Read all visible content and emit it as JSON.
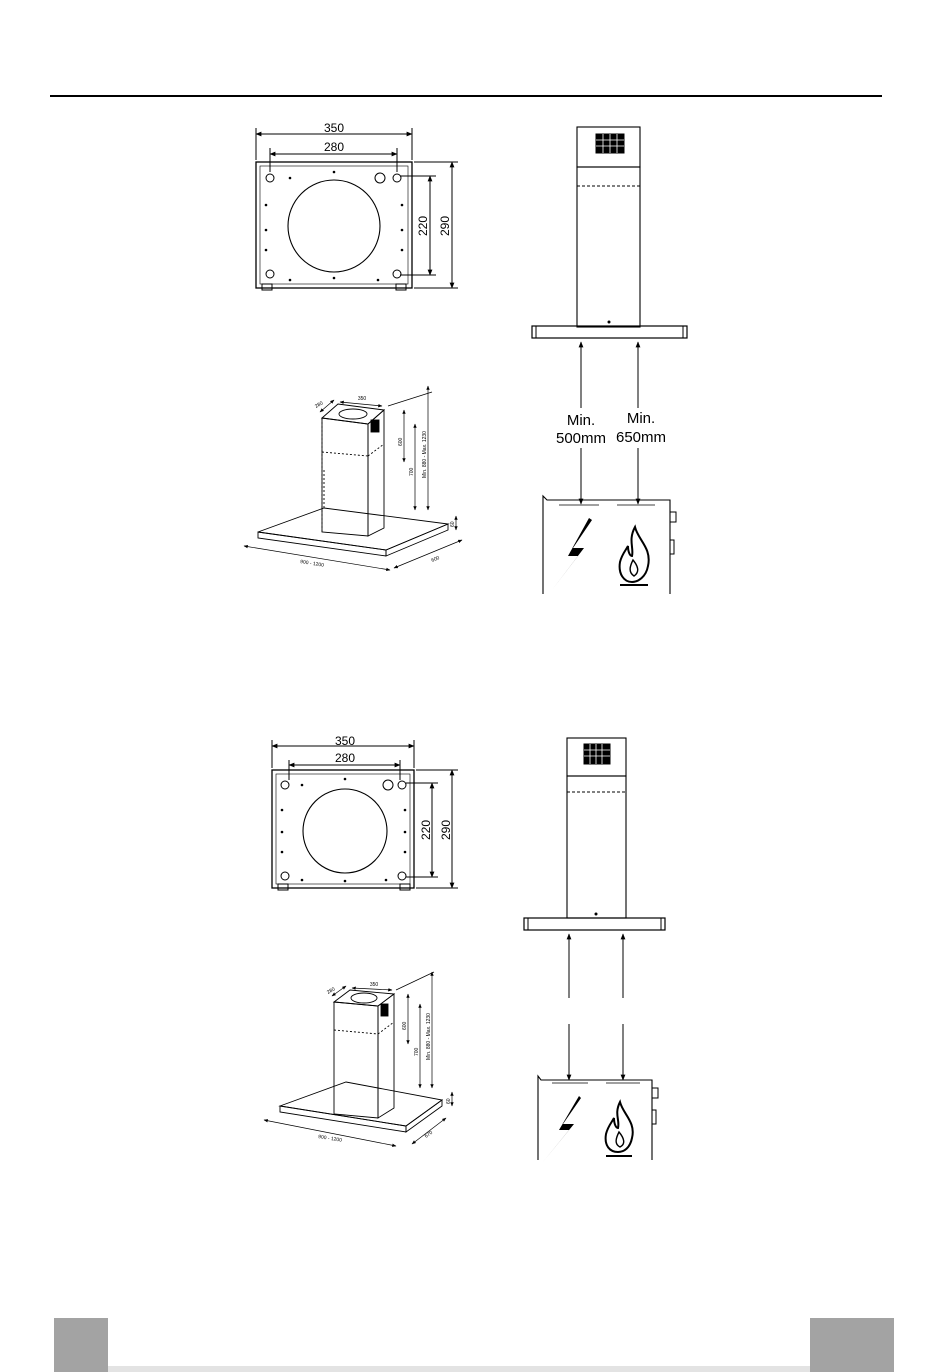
{
  "sections": [
    {
      "plate": {
        "width": "350",
        "hole_spacing": "280",
        "height_inner": "220",
        "height": "290"
      },
      "iso": {
        "depth": "280",
        "width": "350",
        "dim_a": "600",
        "dim_b": "700",
        "dim_c": "Min. 880 - Max. 1230",
        "dim_d": "60",
        "dim_e": "900 - 1200",
        "dim_f": "600"
      },
      "clearance": {
        "electric_line1": "Min.",
        "electric_line2": "500mm",
        "gas_line1": "Min.",
        "gas_line2": "650mm"
      }
    },
    {
      "plate": {
        "width": "350",
        "hole_spacing": "280",
        "height_inner": "220",
        "height": "290"
      },
      "iso": {
        "depth": "280",
        "width": "350",
        "dim_a": "600",
        "dim_b": "700",
        "dim_c": "Min. 880 - Max. 1230",
        "dim_d": "60",
        "dim_e": "900 - 1200",
        "dim_f": "670"
      }
    }
  ],
  "colors": {
    "ink": "#000000",
    "footer_block": "#a3a3a3",
    "footer_line": "#e3e3e3"
  }
}
